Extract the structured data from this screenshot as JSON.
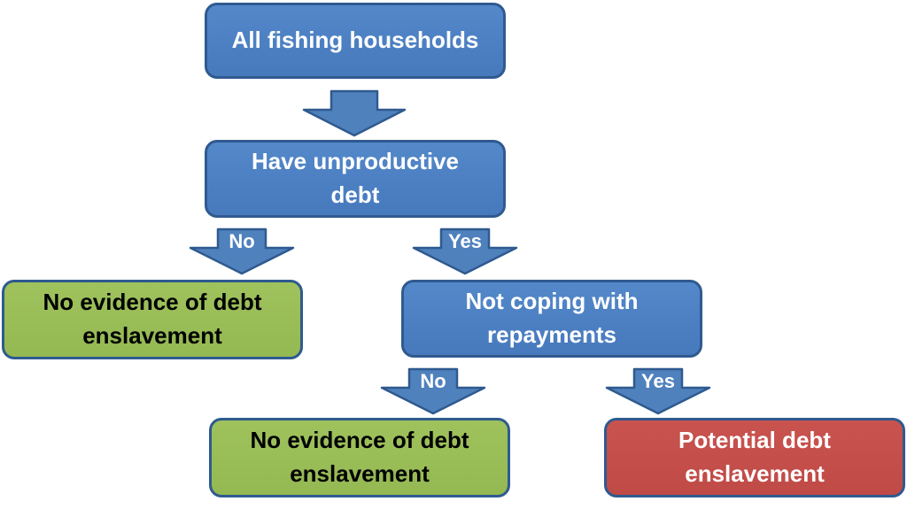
{
  "colors": {
    "blue_fill": "#4f81bd",
    "blue_border": "#2f5a8f",
    "green_fill": "#9bbb59",
    "red_fill": "#c0504d"
  },
  "nodes": {
    "all_households": {
      "label": "All fishing households"
    },
    "unproductive_debt": {
      "line1": "Have unproductive",
      "line2": "debt"
    },
    "no_evidence_1": {
      "line1": "No evidence of debt",
      "line2": "enslavement"
    },
    "not_coping": {
      "line1": "Not coping with",
      "line2": "repayments"
    },
    "no_evidence_2": {
      "line1": "No evidence of debt",
      "line2": "enslavement"
    },
    "potential": {
      "line1": "Potential debt",
      "line2": "enslavement"
    }
  },
  "arrows": {
    "a1": {
      "label": ""
    },
    "a2": {
      "label": "No"
    },
    "a3": {
      "label": "Yes"
    },
    "a4": {
      "label": "No"
    },
    "a5": {
      "label": "Yes"
    }
  }
}
